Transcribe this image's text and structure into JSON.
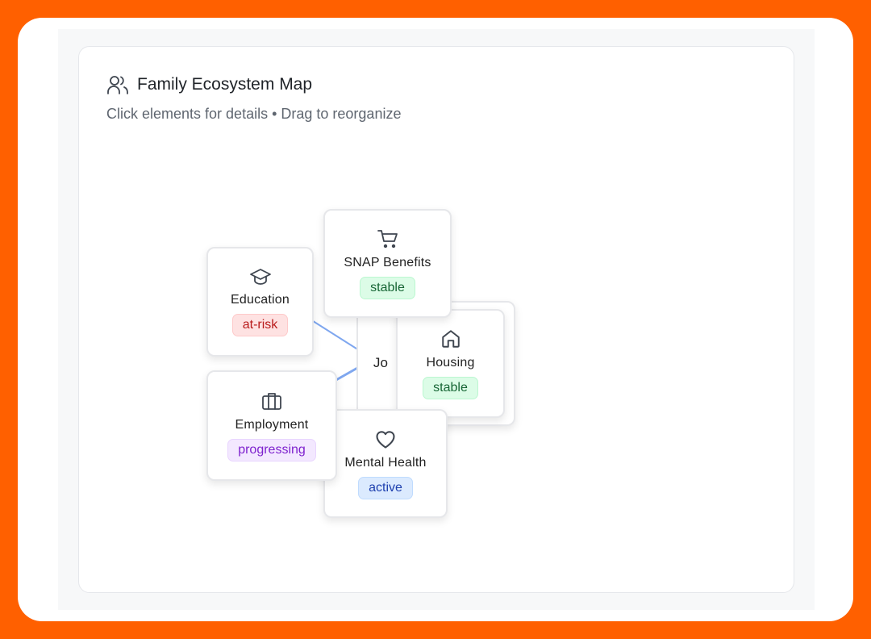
{
  "header": {
    "title": "Family Ecosystem Map",
    "subtitle": "Click elements for details • Drag to reorganize"
  },
  "center": {
    "label": "Jo"
  },
  "nodes": [
    {
      "label": "Education",
      "status": "at-risk",
      "icon": "graduation-cap-icon"
    },
    {
      "label": "SNAP Benefits",
      "status": "stable",
      "icon": "shopping-cart-icon"
    },
    {
      "label": "Housing",
      "status": "stable",
      "icon": "home-icon"
    },
    {
      "label": "Employment",
      "status": "progressing",
      "icon": "briefcase-icon"
    },
    {
      "label": "Mental Health",
      "status": "active",
      "icon": "heart-icon"
    }
  ],
  "colors": {
    "frame": "#ff6000",
    "edge": "#7fa7ef"
  }
}
